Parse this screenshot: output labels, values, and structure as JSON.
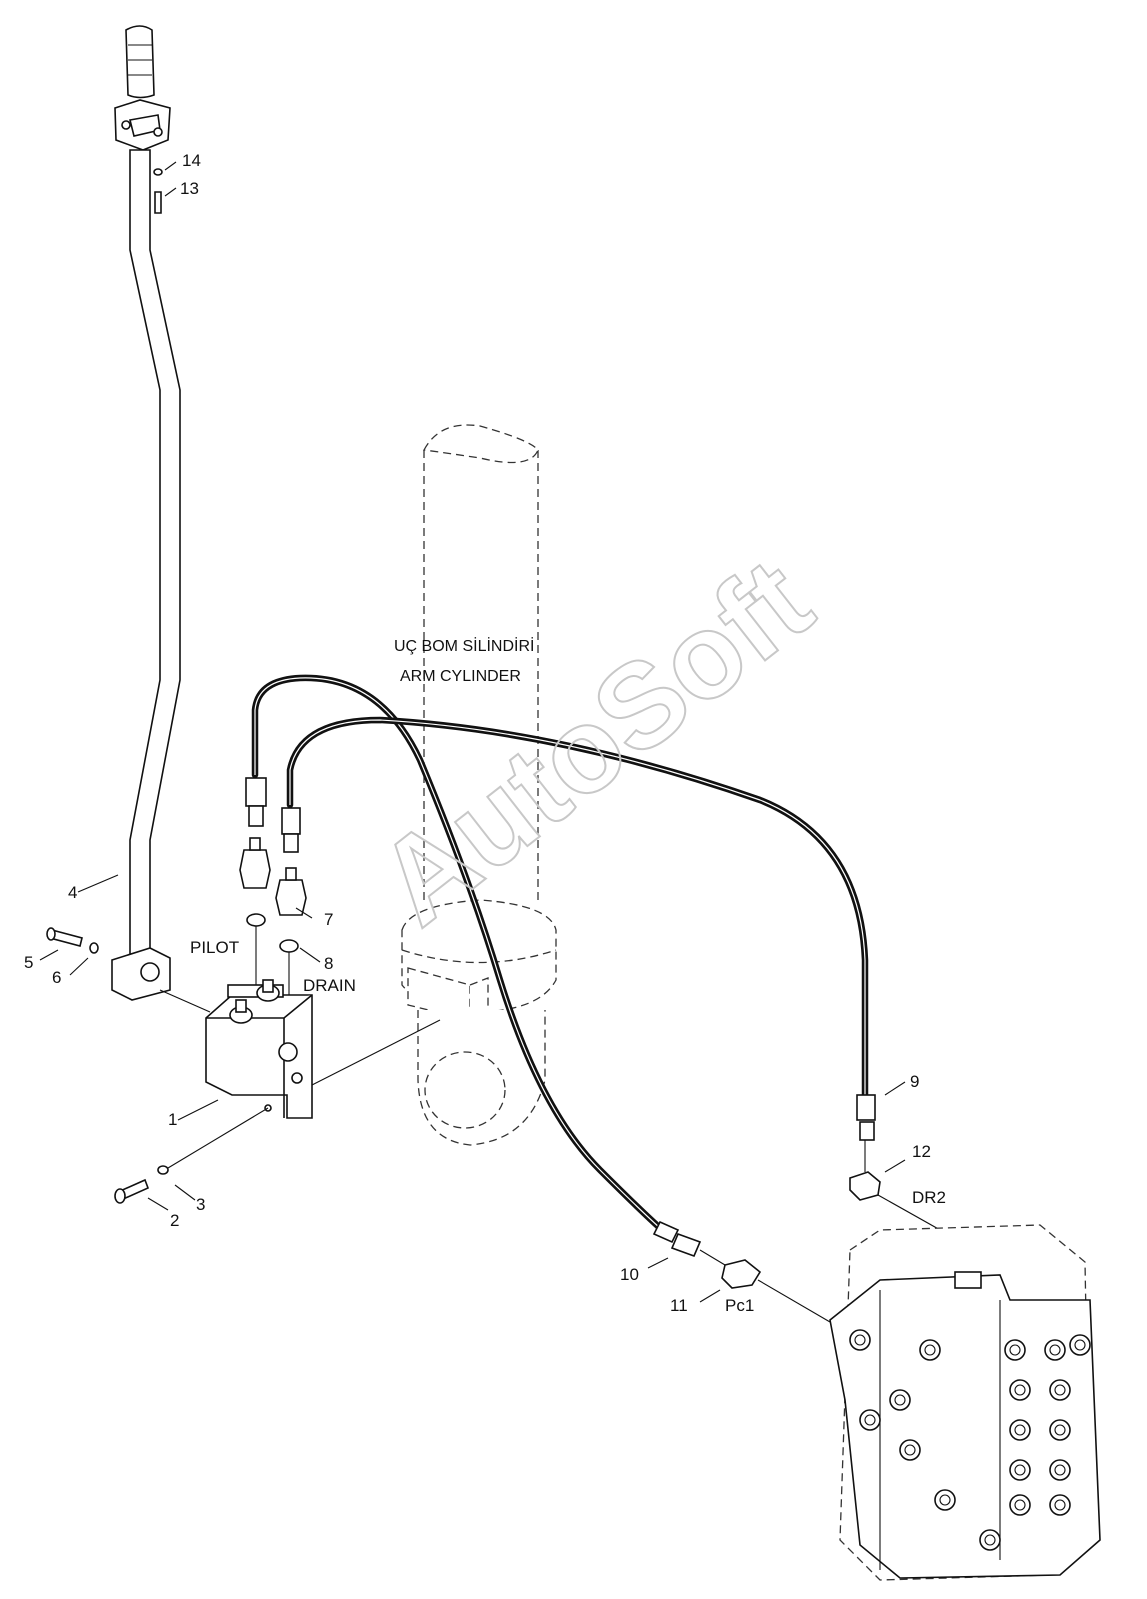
{
  "cylinder": {
    "label_tr": "UÇ BOM SİLİNDİRİ",
    "label_en": "ARM CYLINDER"
  },
  "ports": {
    "pilot": "PILOT",
    "drain": "DRAIN",
    "pc1": "Pc1",
    "dr2": "DR2"
  },
  "part_numbers": [
    "1",
    "2",
    "3",
    "4",
    "5",
    "6",
    "7",
    "8",
    "9",
    "10",
    "11",
    "12",
    "13",
    "14"
  ],
  "watermark": "AutoSoft"
}
